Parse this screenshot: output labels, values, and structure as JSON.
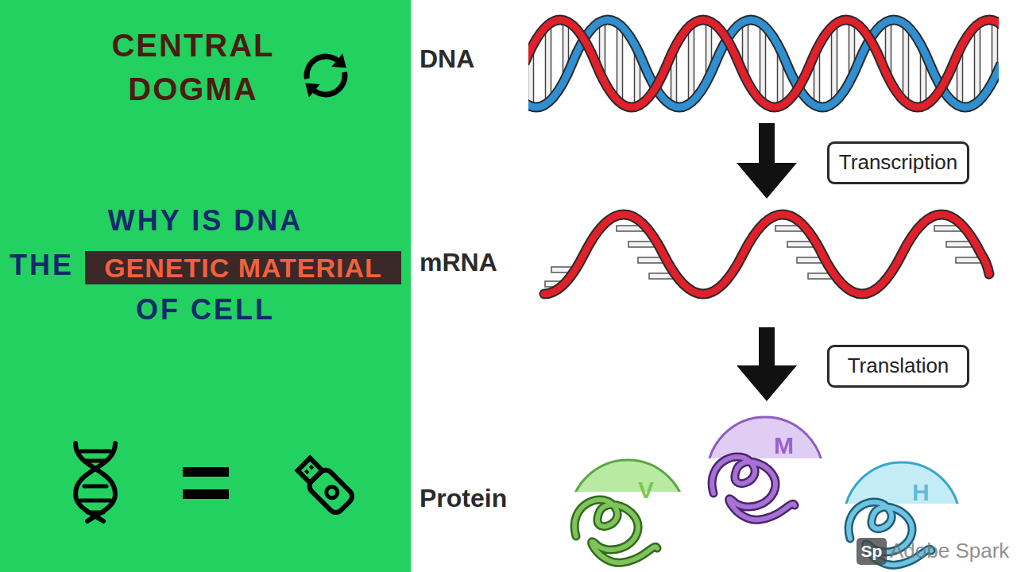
{
  "diagram": {
    "title": "CENTRAL DOGMA",
    "nodes": [
      {
        "text": [
          "GENETIC MATERIAL"
        ]
      },
      {
        "text": [
          "Transcription"
        ]
      },
      {
        "text": [
          "Translation"
        ]
      },
      {
        "text": [
          "V"
        ]
      },
      {
        "text": [
          "M"
        ]
      },
      {
        "text": [
          "H"
        ]
      },
      {
        "text": [
          "Sp"
        ]
      }
    ],
    "labels": [
      "WHY IS DNA",
      "THE",
      "OF CELL",
      "DNA",
      "mRNA",
      "Protein",
      "Adobe Spark"
    ]
  }
}
